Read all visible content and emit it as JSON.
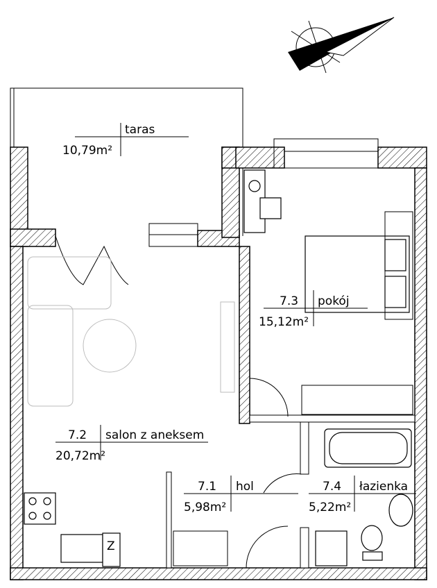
{
  "plan": {
    "compass": {
      "icon": "north-arrow-icon"
    },
    "rooms": [
      {
        "id": "taras",
        "number": "",
        "name": "taras",
        "area": "10,79m²"
      },
      {
        "id": "pokoj",
        "number": "7.3",
        "name": "pokój",
        "area": "15,12m²"
      },
      {
        "id": "salon",
        "number": "7.2",
        "name": "salon z aneksem",
        "area": "20,72m²"
      },
      {
        "id": "hol",
        "number": "7.1",
        "name": "hol",
        "area": "5,98m²"
      },
      {
        "id": "lazienka",
        "number": "7.4",
        "name": "łazienka",
        "area": "5,22m²"
      }
    ],
    "fridge_label": "Z"
  }
}
